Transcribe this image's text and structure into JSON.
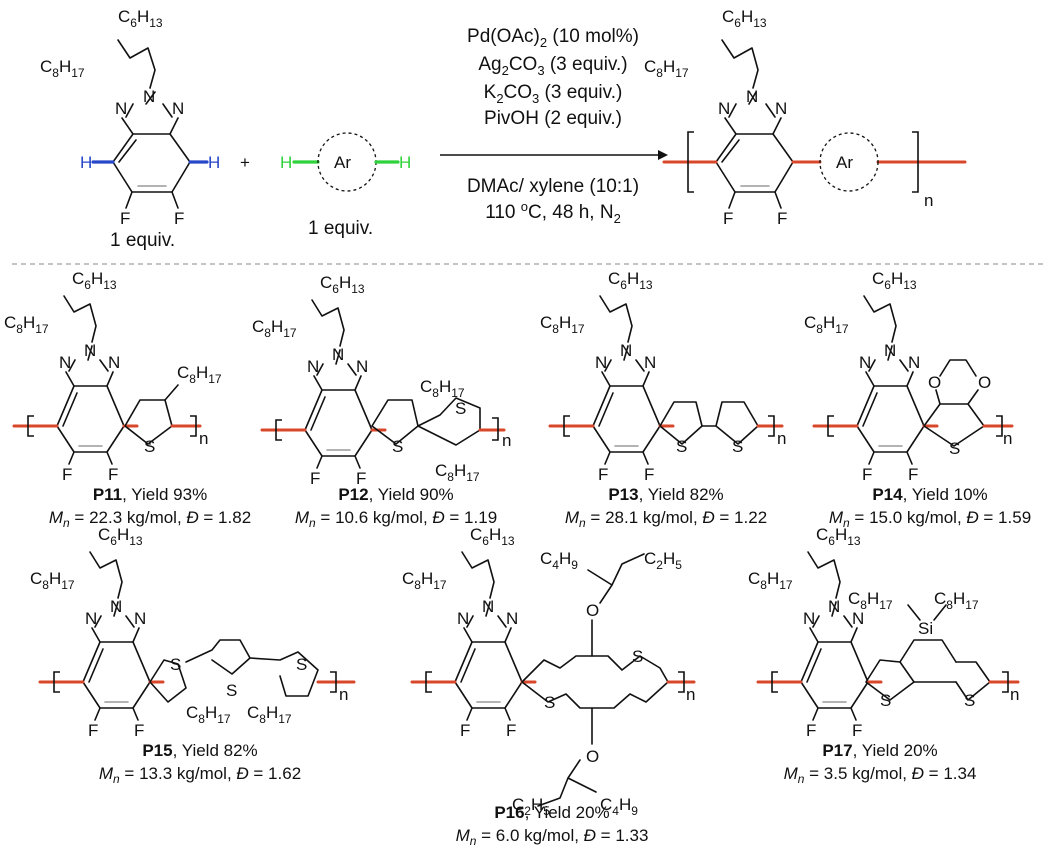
{
  "colors": {
    "polymer_backbone": "#d8472a",
    "ch_bond_blue": "#2746c8",
    "ch_bond_green": "#2fd23a",
    "divider": "#b0b0b0",
    "inner_ring_bond": "#9a9a9a"
  },
  "reaction": {
    "conditions": [
      "Pd(OAc)2 (10 mol%)",
      "Ag2CO3 (3 equiv.)",
      "K2CO3 (3 equiv.)",
      "PivOH (2 equiv.)"
    ],
    "solvent": "DMAc/ xylene (10:1)",
    "temp_time": "110 oC, 48 h, N2",
    "reactant1": {
      "equiv": "1 equiv.",
      "H_left": "H",
      "H_right": "H",
      "F1": "F",
      "F2": "F"
    },
    "reactant2": {
      "equiv": "1 equiv.",
      "Ar": "Ar",
      "H_left": "H",
      "H_right": "H"
    },
    "product": {
      "Ar": "Ar",
      "n": "n"
    },
    "plus": "+",
    "side_chain": {
      "C6": "C6H13",
      "C8": "C8H17"
    },
    "N": "N",
    "F": "F",
    "S": "S",
    "O": "O",
    "Si": "Si"
  },
  "polymers": [
    {
      "id": "P11",
      "yield": ", Yield 93%",
      "mn": "= 22.3 kg/mol, ",
      "pdi": "= 1.82",
      "subs": [
        "C8H17"
      ]
    },
    {
      "id": "P12",
      "yield": ", Yield 90%",
      "mn": "= 10.6 kg/mol, ",
      "pdi": "= 1.19",
      "subs": [
        "C8H17",
        "C8H17"
      ]
    },
    {
      "id": "P13",
      "yield": ", Yield 82%",
      "mn": "= 28.1 kg/mol, ",
      "pdi": "= 1.22",
      "subs": []
    },
    {
      "id": "P14",
      "yield": ", Yield 10%",
      "mn": "= 15.0 kg/mol, ",
      "pdi": "= 1.59",
      "subs": [
        "O",
        "O"
      ]
    },
    {
      "id": "P15",
      "yield": ", Yield 82%",
      "mn": "= 13.3 kg/mol, ",
      "pdi": "= 1.62",
      "subs": [
        "C8H17",
        "C8H17"
      ]
    },
    {
      "id": "P16",
      "yield": ", Yield 20%",
      "mn": "= 6.0 kg/mol, ",
      "pdi": "= 1.33",
      "subs": [
        "C4H9",
        "C2H5",
        "C2H5",
        "C4H9"
      ]
    },
    {
      "id": "P17",
      "yield": ", Yield 20%",
      "mn": "= 3.5 kg/mol, ",
      "pdi": "= 1.34",
      "subs": [
        "C8H17",
        "C8H17"
      ]
    }
  ],
  "labels": {
    "Mn_M": "M",
    "Mn_n": "n",
    "D": "Đ"
  }
}
